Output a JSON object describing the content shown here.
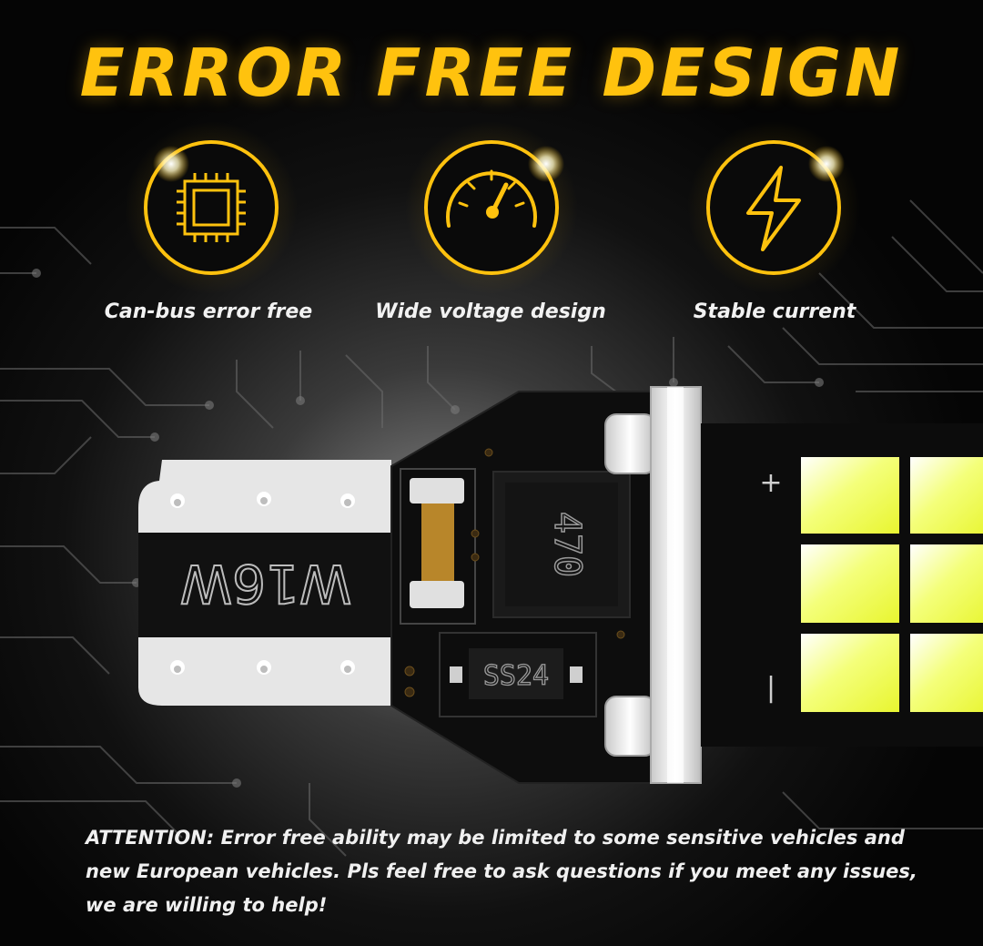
{
  "headline": "ERROR FREE DESIGN",
  "features": [
    {
      "label": "Can-bus error free",
      "icon": "chip-icon"
    },
    {
      "label": "Wide voltage design",
      "icon": "gauge-icon"
    },
    {
      "label": "Stable current",
      "icon": "lightning-icon"
    }
  ],
  "bulb": {
    "model_marking": "W16W",
    "inductor_marking": "470",
    "diode_marking": "SS24",
    "plus_sign": "+",
    "minus_sign": "|"
  },
  "attention_text": "ATTENTION: Error free ability may be limited to some sensitive vehicles and new European vehicles. Pls feel free to ask questions if you meet any issues, we are willing to help!",
  "colors": {
    "accent": "#ffc20e",
    "led_yellow": "#f4ff5a",
    "background": "#050505"
  }
}
